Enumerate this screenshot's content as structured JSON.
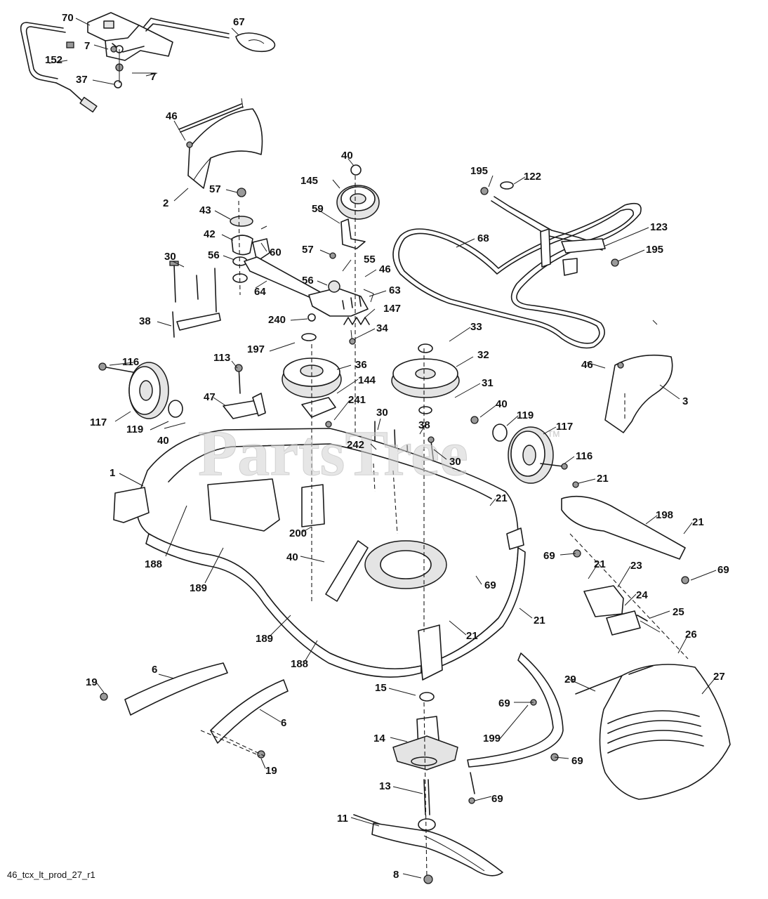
{
  "watermark": {
    "text": "PartsTree",
    "trademark": "TM"
  },
  "footer": {
    "code": "46_tcx_lt_prod_27_r1"
  },
  "callouts": [
    {
      "id": "70",
      "text": "70"
    },
    {
      "id": "67",
      "text": "67"
    },
    {
      "id": "7a",
      "text": "7"
    },
    {
      "id": "7b",
      "text": "7"
    },
    {
      "id": "152",
      "text": "152"
    },
    {
      "id": "37",
      "text": "37"
    },
    {
      "id": "46a",
      "text": "46"
    },
    {
      "id": "2",
      "text": "2"
    },
    {
      "id": "40a",
      "text": "40"
    },
    {
      "id": "145",
      "text": "145"
    },
    {
      "id": "195a",
      "text": "195"
    },
    {
      "id": "122",
      "text": "122"
    },
    {
      "id": "57a",
      "text": "57"
    },
    {
      "id": "43",
      "text": "43"
    },
    {
      "id": "59",
      "text": "59"
    },
    {
      "id": "42",
      "text": "42"
    },
    {
      "id": "60",
      "text": "60"
    },
    {
      "id": "56a",
      "text": "56"
    },
    {
      "id": "57b",
      "text": "57"
    },
    {
      "id": "68",
      "text": "68"
    },
    {
      "id": "123",
      "text": "123"
    },
    {
      "id": "195b",
      "text": "195"
    },
    {
      "id": "30a",
      "text": "30"
    },
    {
      "id": "55",
      "text": "55"
    },
    {
      "id": "46b",
      "text": "46"
    },
    {
      "id": "64",
      "text": "64"
    },
    {
      "id": "56b",
      "text": "56"
    },
    {
      "id": "63",
      "text": "63"
    },
    {
      "id": "38a",
      "text": "38"
    },
    {
      "id": "240",
      "text": "240"
    },
    {
      "id": "147",
      "text": "147"
    },
    {
      "id": "34",
      "text": "34"
    },
    {
      "id": "33",
      "text": "33"
    },
    {
      "id": "197",
      "text": "197"
    },
    {
      "id": "32",
      "text": "32"
    },
    {
      "id": "46c",
      "text": "46"
    },
    {
      "id": "116a",
      "text": "116"
    },
    {
      "id": "113",
      "text": "113"
    },
    {
      "id": "36",
      "text": "36"
    },
    {
      "id": "144",
      "text": "144"
    },
    {
      "id": "31",
      "text": "31"
    },
    {
      "id": "3",
      "text": "3"
    },
    {
      "id": "47",
      "text": "47"
    },
    {
      "id": "241",
      "text": "241"
    },
    {
      "id": "40b",
      "text": "40"
    },
    {
      "id": "30b",
      "text": "30"
    },
    {
      "id": "38b",
      "text": "38"
    },
    {
      "id": "119a",
      "text": "119"
    },
    {
      "id": "117a",
      "text": "117"
    },
    {
      "id": "117b",
      "text": "117"
    },
    {
      "id": "119b",
      "text": "119"
    },
    {
      "id": "40c",
      "text": "40"
    },
    {
      "id": "242",
      "text": "242"
    },
    {
      "id": "30c",
      "text": "30"
    },
    {
      "id": "116b",
      "text": "116"
    },
    {
      "id": "1",
      "text": "1"
    },
    {
      "id": "21a",
      "text": "21"
    },
    {
      "id": "21b",
      "text": "21"
    },
    {
      "id": "198",
      "text": "198"
    },
    {
      "id": "21c",
      "text": "21"
    },
    {
      "id": "200",
      "text": "200"
    },
    {
      "id": "69a",
      "text": "69"
    },
    {
      "id": "40d",
      "text": "40"
    },
    {
      "id": "188a",
      "text": "188"
    },
    {
      "id": "21d",
      "text": "21"
    },
    {
      "id": "23",
      "text": "23"
    },
    {
      "id": "69b",
      "text": "69"
    },
    {
      "id": "69c",
      "text": "69"
    },
    {
      "id": "189a",
      "text": "189"
    },
    {
      "id": "24",
      "text": "24"
    },
    {
      "id": "25",
      "text": "25"
    },
    {
      "id": "21e",
      "text": "21"
    },
    {
      "id": "189b",
      "text": "189"
    },
    {
      "id": "21f",
      "text": "21"
    },
    {
      "id": "26",
      "text": "26"
    },
    {
      "id": "188b",
      "text": "188"
    },
    {
      "id": "6a",
      "text": "6"
    },
    {
      "id": "27",
      "text": "27"
    },
    {
      "id": "29",
      "text": "29"
    },
    {
      "id": "15",
      "text": "15"
    },
    {
      "id": "19a",
      "text": "19"
    },
    {
      "id": "69d",
      "text": "69"
    },
    {
      "id": "6b",
      "text": "6"
    },
    {
      "id": "14",
      "text": "14"
    },
    {
      "id": "199",
      "text": "199"
    },
    {
      "id": "69e",
      "text": "69"
    },
    {
      "id": "19b",
      "text": "19"
    },
    {
      "id": "13",
      "text": "13"
    },
    {
      "id": "69f",
      "text": "69"
    },
    {
      "id": "11",
      "text": "11"
    },
    {
      "id": "8",
      "text": "8"
    }
  ]
}
